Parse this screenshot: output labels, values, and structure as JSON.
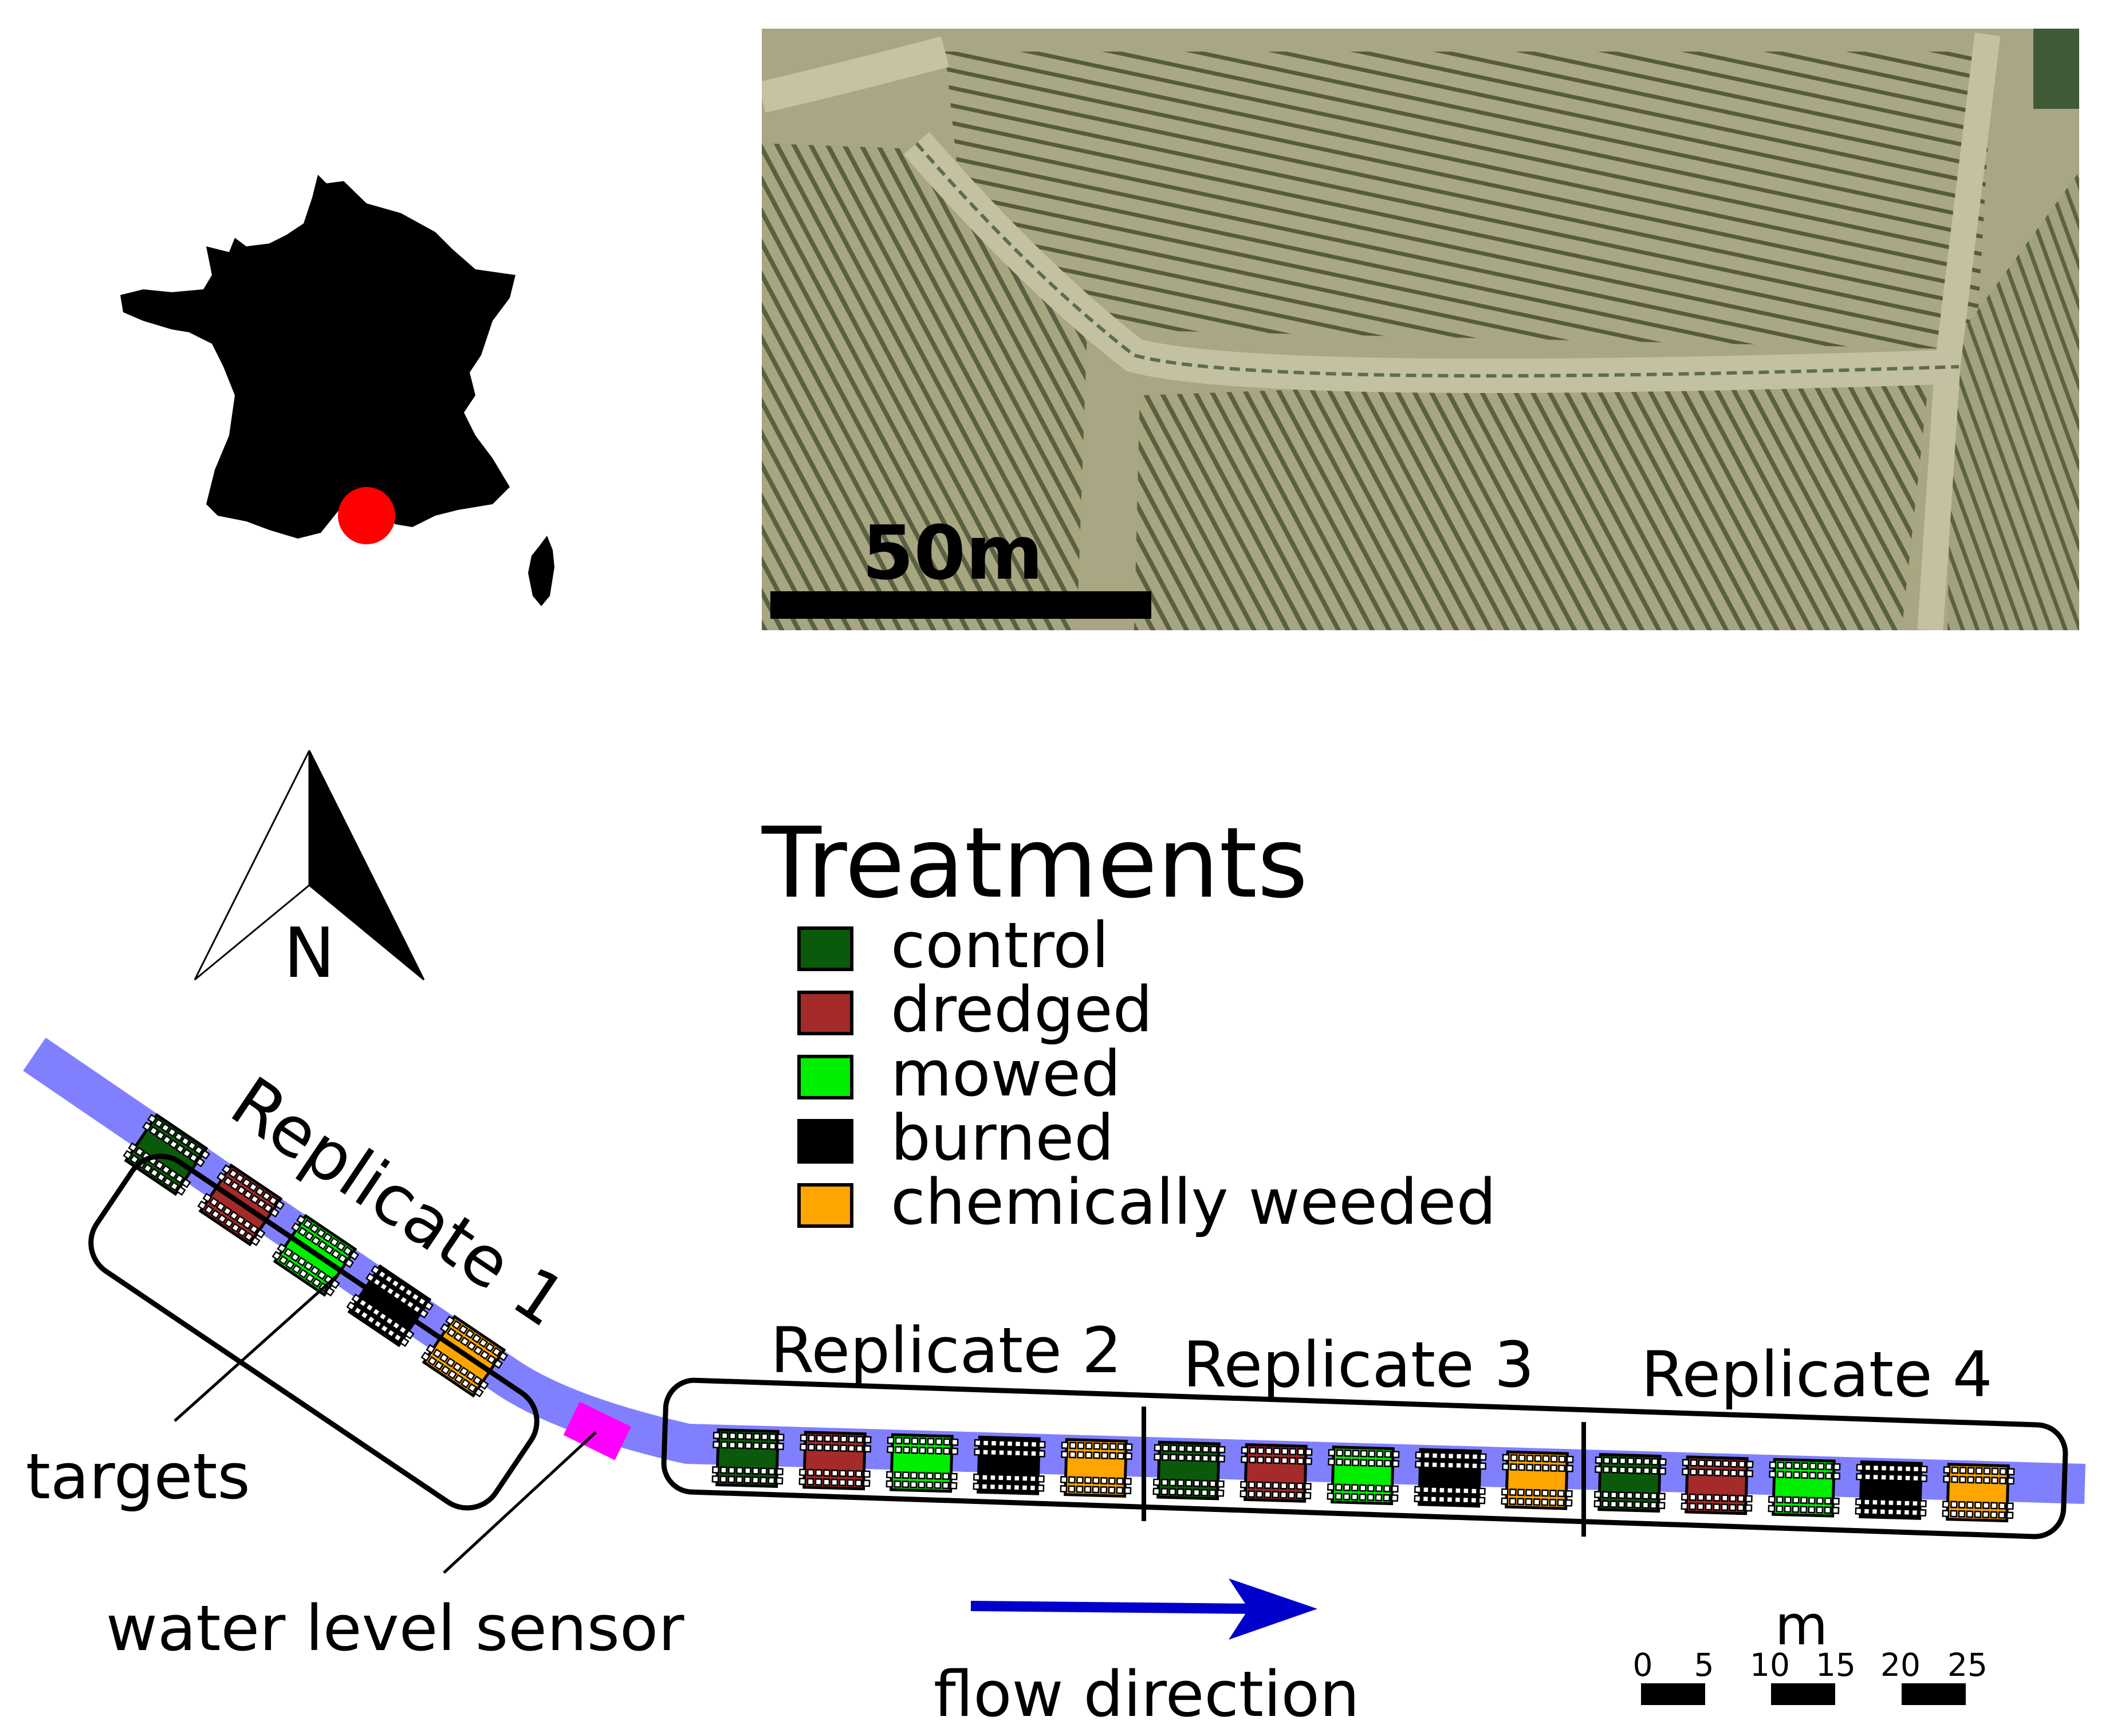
{
  "location_map": {
    "country": "France",
    "marker_color": "#ff0000"
  },
  "aerial_photo": {
    "scale_bar_label": "50m"
  },
  "north_arrow": {
    "label": "N"
  },
  "legend": {
    "title": "Treatments",
    "items": [
      {
        "label": "control",
        "color": "#0b5a0b"
      },
      {
        "label": "dredged",
        "color": "#a52a2a"
      },
      {
        "label": "mowed",
        "color": "#00ee00"
      },
      {
        "label": "burned",
        "color": "#000000"
      },
      {
        "label": "chemically weeded",
        "color": "#ffa500"
      }
    ]
  },
  "replicates": [
    {
      "label": "Replicate 1"
    },
    {
      "label": "Replicate 2"
    },
    {
      "label": "Replicate 3"
    },
    {
      "label": "Replicate 4"
    }
  ],
  "annotations": {
    "targets": "targets",
    "water_level_sensor": "water level sensor",
    "flow_direction": "flow direction"
  },
  "scale": {
    "unit": "m",
    "ticks": [
      "0",
      "5",
      "10",
      "15",
      "20",
      "25"
    ]
  },
  "colors": {
    "ditch": "#8080ff",
    "sensor": "#ff00ff",
    "flow_arrow": "#0000cc"
  }
}
